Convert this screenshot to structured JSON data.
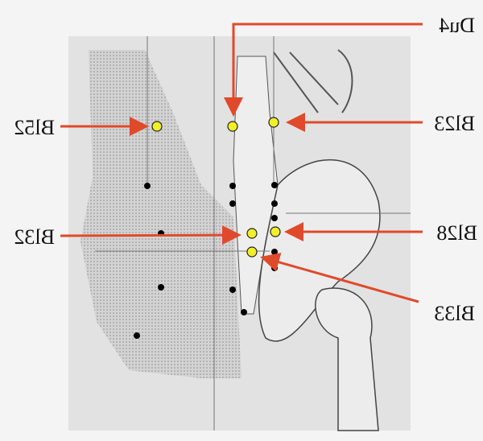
{
  "labels": {
    "du4": "Du4",
    "bl52": "Bl52",
    "bl23": "Bl23",
    "bl32": "Bl32",
    "bl28": "Bl28",
    "bl33": "Bl33"
  },
  "mirrored_text": true,
  "colors": {
    "arrow": "#e04a2a",
    "point": "#f2ee2a",
    "dot": "#000000",
    "background": "#f4f4f4",
    "figure": "#dedede"
  }
}
